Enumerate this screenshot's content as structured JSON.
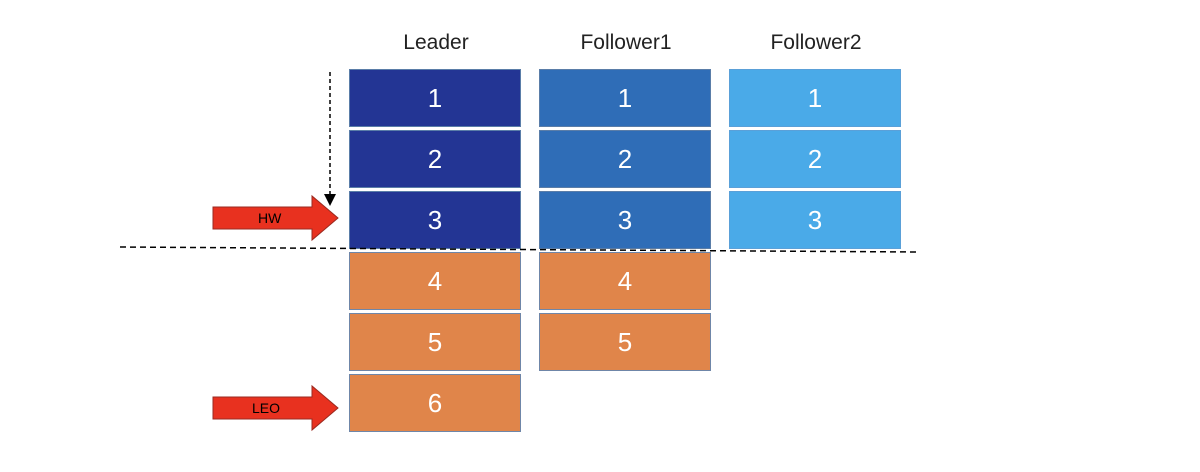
{
  "columns": [
    {
      "title": "Leader",
      "cells": [
        "1",
        "2",
        "3",
        "4",
        "5",
        "6"
      ]
    },
    {
      "title": "Follower1",
      "cells": [
        "1",
        "2",
        "3",
        "4",
        "5"
      ]
    },
    {
      "title": "Follower2",
      "cells": [
        "1",
        "2",
        "3"
      ]
    }
  ],
  "markers": {
    "hw_label": "HW",
    "leo_label": "LEO"
  },
  "colors": {
    "leader_committed": "#233594",
    "follower1_committed": "#2f6db7",
    "follower2_committed": "#4aaae8",
    "uncommitted": "#e0854a",
    "marker_arrow": "#e8311f"
  }
}
